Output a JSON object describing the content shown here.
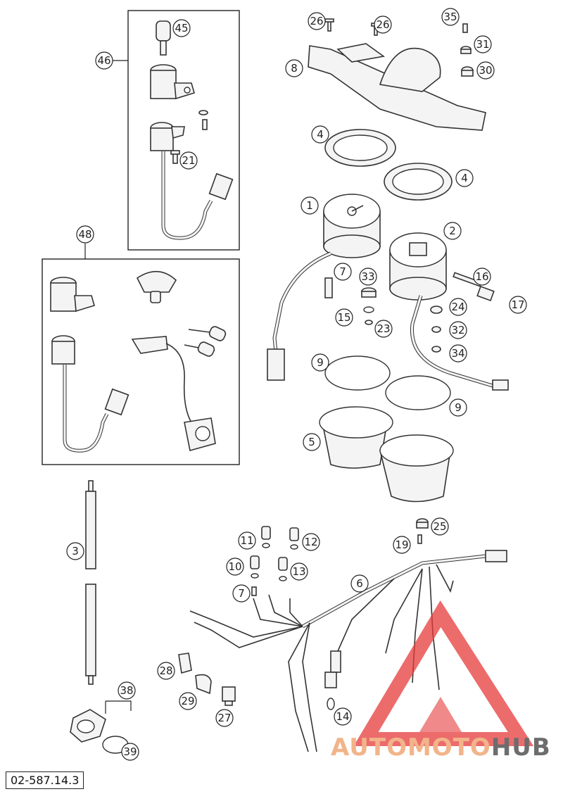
{
  "drawing_code": "02-587.14.3",
  "watermark": {
    "part1": "AUTOMOTO",
    "part2": "HUB",
    "colors": {
      "logo_red": "#e63b3b",
      "text_orange": "#f2b48a",
      "text_grey": "#6d6d6d"
    }
  },
  "callouts": {
    "c1": "1",
    "c2": "2",
    "c3": "3",
    "c4a": "4",
    "c4b": "4",
    "c5": "5",
    "c6": "6",
    "c7a": "7",
    "c7b": "7",
    "c8": "8",
    "c9a": "9",
    "c9b": "9",
    "c10": "10",
    "c11": "11",
    "c12": "12",
    "c13": "13",
    "c14": "14",
    "c15": "15",
    "c16": "16",
    "c17": "17",
    "c19": "19",
    "c21": "21",
    "c23": "23",
    "c24": "24",
    "c25": "25",
    "c26a": "26",
    "c26b": "26",
    "c27": "27",
    "c28": "28",
    "c29": "29",
    "c30": "30",
    "c31": "31",
    "c32": "32",
    "c33": "33",
    "c34": "34",
    "c35": "35",
    "c38": "38",
    "c39": "39",
    "c45": "45",
    "c46": "46",
    "c48": "48"
  }
}
